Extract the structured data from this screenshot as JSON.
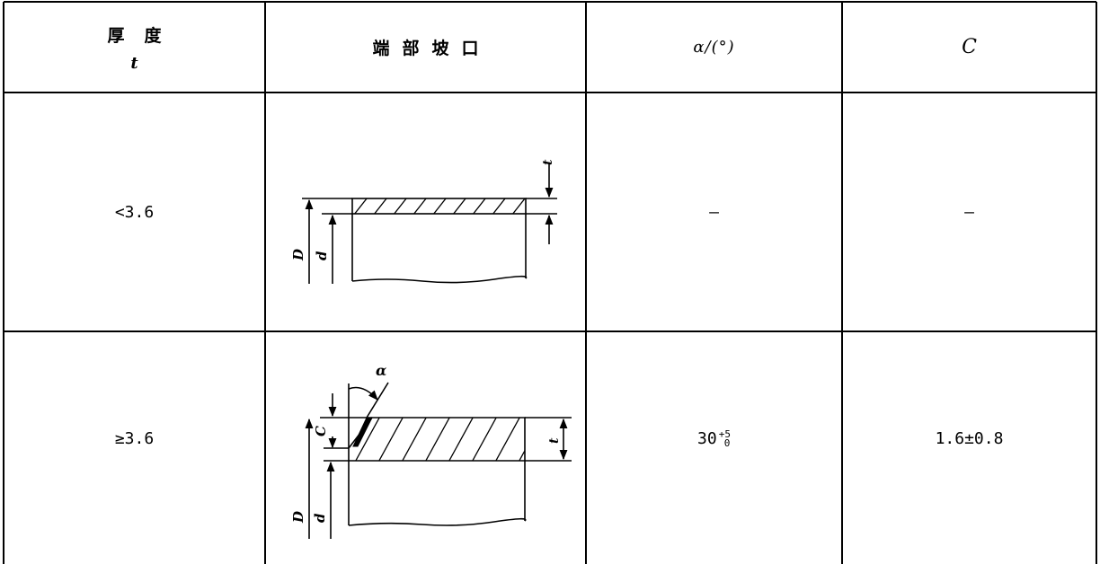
{
  "table": {
    "headers": {
      "thickness_label": "厚度",
      "thickness_symbol": "t",
      "end_bevel": "端部坡口",
      "angle": "α/(°)",
      "c": "C"
    },
    "rows": [
      {
        "thickness": "<3.6",
        "angle": "—",
        "c": "—",
        "drawing_labels": {
          "t": "t",
          "D": "D",
          "d": "d"
        }
      },
      {
        "thickness": "≥3.6",
        "angle_base": "30",
        "angle_upper": "+5",
        "angle_lower": "0",
        "c": "1.6±0.8",
        "drawing_labels": {
          "alpha": "α",
          "C": "C",
          "t": "t",
          "D": "D",
          "d": "d"
        }
      }
    ]
  }
}
